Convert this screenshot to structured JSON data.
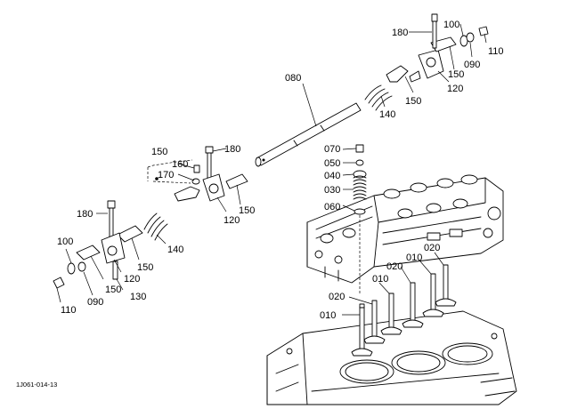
{
  "diagram": {
    "figure_code": "1J061-014-13",
    "labels": {
      "l180_top": "180",
      "l100_top": "100",
      "l110_top": "110",
      "l090_top": "090",
      "l150_top_a": "150",
      "l120_top": "120",
      "l080": "080",
      "l150_top_b": "150",
      "l140_top": "140",
      "l150_group": "150",
      "l160": "160",
      "l180_mid": "180",
      "l170": "170",
      "l070": "070",
      "l050": "050",
      "l040": "040",
      "l030": "030",
      "l060": "060",
      "l120_mid": "120",
      "l150_mid": "150",
      "l180_left": "180",
      "l140_left": "140",
      "l100_left": "100",
      "l150_left_a": "150",
      "l020_a": "020",
      "l010_a": "010",
      "l120_left": "120",
      "l150_left_b": "150",
      "l090_left": "090",
      "l130": "130",
      "l020_b": "020",
      "l010_b": "010",
      "l110_left": "110",
      "l020_c": "020",
      "l010_c": "010"
    }
  }
}
